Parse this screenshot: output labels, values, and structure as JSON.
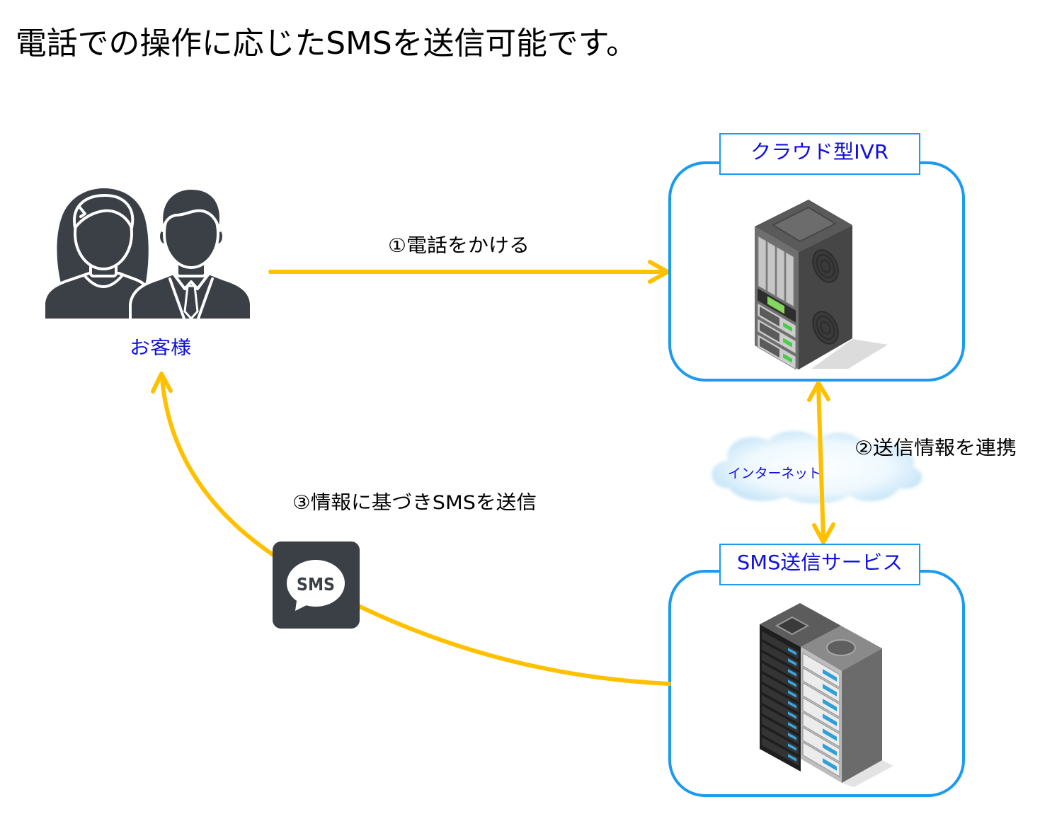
{
  "title": "電話での操作に応じたSMSを送信可能です。",
  "customer": {
    "label": "お客様",
    "icon": "customers-icon"
  },
  "cloud_ivr": {
    "label": "クラウド型IVR",
    "icon": "server-rack-icon"
  },
  "internet": {
    "label": "インターネット",
    "icon": "cloud-icon"
  },
  "sms_service": {
    "label": "SMS送信サービス",
    "icon": "server-racks-icon"
  },
  "sms_message": {
    "text": "SMS",
    "icon": "sms-chat-bubble-icon"
  },
  "steps": [
    {
      "label": "①電話をかける"
    },
    {
      "label": "②送信情報を連携"
    },
    {
      "label": "③情報に基づきSMSを送信"
    }
  ],
  "colors": {
    "arrow": "#FFC000",
    "box_border": "#1A9BF0",
    "label_text": "#1010E0",
    "icon_dark": "#3B4046"
  }
}
